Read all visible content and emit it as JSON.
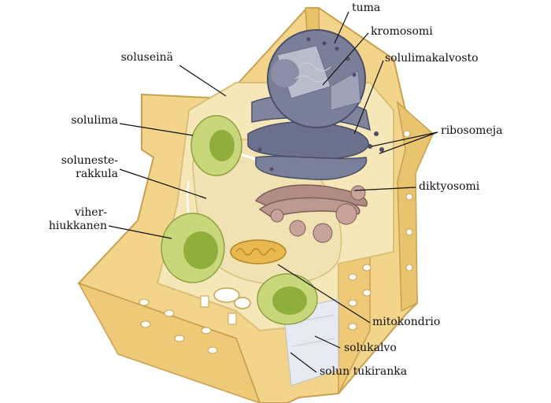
{
  "labels": {
    "tuma": "tuma",
    "kromosomi": "kromosomi",
    "solulimakalvosto": "solulimakalvosto",
    "soluseina": "soluseinä",
    "solulima": "solulima",
    "ribosomeja": "ribosomeja",
    "solunesterakkula_1": "soluneste-",
    "solunesterakkula_2": "rakkula",
    "diktyosomi": "diktyosomi",
    "viherhiukkanen_1": "viher-",
    "viherhiukkanen_2": "hiukkanen",
    "mitokondrio": "mitokondrio",
    "solukalvo": "solukalvo",
    "solun_tukiranka": "solun tukiranka"
  },
  "colors": {
    "cell_wall": "#f2d48a",
    "cell_wall_edge": "#c9a04f",
    "cytoplasm": "#f6e7b8",
    "vacuole": "#f0e2b2",
    "nucleus": "#6a6f8c",
    "nucleus_light": "#b9bccb",
    "chloroplast": "#c7d77a",
    "thylakoid": "#8fae3c",
    "golgi": "#b08c84",
    "mitochondrion": "#e9b94f",
    "leader": "#111111"
  }
}
